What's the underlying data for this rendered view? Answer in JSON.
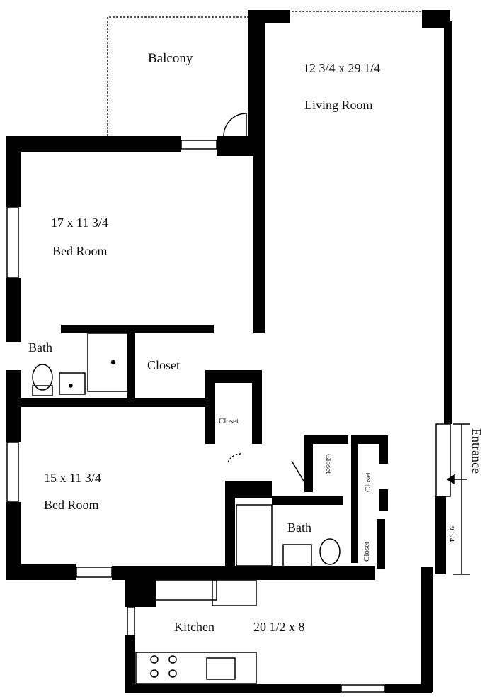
{
  "rooms": {
    "balcony": {
      "name": "Balcony"
    },
    "living_room": {
      "dims": "12 3/4 x 29 1/4",
      "name": "Living Room"
    },
    "bedroom_1": {
      "dims": "17 x 11 3/4",
      "name": "Bed Room"
    },
    "bedroom_2": {
      "dims": "15 x 11 3/4",
      "name": "Bed Room"
    },
    "bath_1": {
      "name": "Bath"
    },
    "bath_2": {
      "name": "Bath"
    },
    "closet_main": {
      "name": "Closet"
    },
    "closet_hall": {
      "name": "Closet"
    },
    "closet_a": {
      "name": "Closet"
    },
    "closet_b": {
      "name": "Closet"
    },
    "closet_c": {
      "name": "Closet"
    },
    "kitchen": {
      "name": "Kitchen",
      "dims": "20 1/2 x 8"
    }
  },
  "entrance": {
    "label": "Entrance",
    "dim": "9 3/4"
  }
}
